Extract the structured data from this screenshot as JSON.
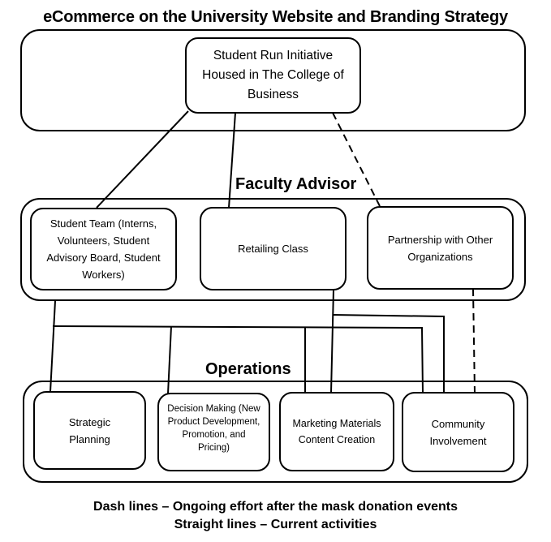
{
  "title": "eCommerce on the University Website and Branding Strategy",
  "top_node": {
    "label": "Student Run Initiative Housed in The College of Business"
  },
  "faculty_section": {
    "label": "Faculty Advisor",
    "nodes": [
      {
        "id": "student-team",
        "label": "Student Team (Interns, Volunteers, Student Advisory Board, Student Workers)"
      },
      {
        "id": "retailing-class",
        "label": "Retailing Class"
      },
      {
        "id": "partnership",
        "label": "Partnership with Other Organizations"
      }
    ]
  },
  "operations_section": {
    "label": "Operations",
    "nodes": [
      {
        "id": "strategic-planning",
        "label": "Strategic Planning"
      },
      {
        "id": "decision-making",
        "label": "Decision Making (New Product Development, Promotion, and Pricing)"
      },
      {
        "id": "marketing-materials",
        "label": "Marketing Materials Content Creation"
      },
      {
        "id": "community-involvement",
        "label": "Community Involvement"
      }
    ]
  },
  "connections": [
    {
      "from": "top",
      "to": "student-team",
      "style": "solid"
    },
    {
      "from": "top",
      "to": "retailing-class",
      "style": "solid"
    },
    {
      "from": "top",
      "to": "partnership",
      "style": "dashed"
    },
    {
      "from": "student-team",
      "to": "strategic-planning",
      "style": "solid"
    },
    {
      "from": "student-team",
      "to": "decision-making",
      "style": "solid"
    },
    {
      "from": "student-team",
      "to": "marketing-materials",
      "style": "solid"
    },
    {
      "from": "student-team",
      "to": "community-involvement",
      "style": "solid"
    },
    {
      "from": "retailing-class",
      "to": "marketing-materials",
      "style": "solid"
    },
    {
      "from": "retailing-class",
      "to": "community-involvement",
      "style": "solid"
    },
    {
      "from": "partnership",
      "to": "community-involvement",
      "style": "dashed"
    }
  ],
  "legend": {
    "dashed": "Dash lines – Ongoing effort after the mask donation events",
    "solid": "Straight lines – Current activities"
  }
}
